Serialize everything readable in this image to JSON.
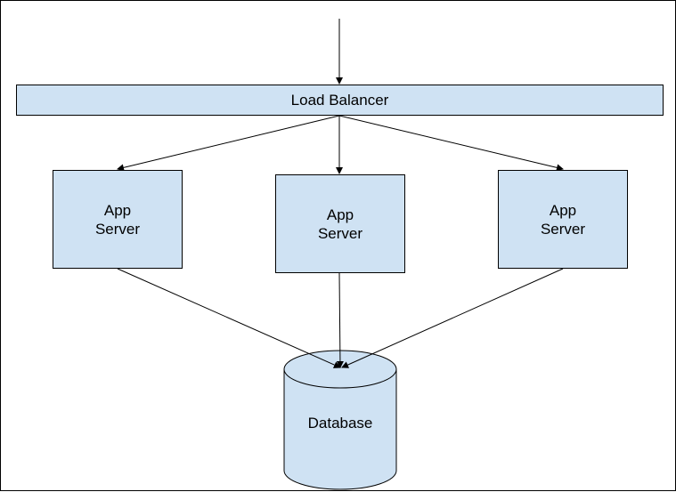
{
  "nodes": {
    "load_balancer": "Load Balancer",
    "app_servers": [
      "App\nServer",
      "App\nServer",
      "App\nServer"
    ],
    "database": "Database"
  },
  "colors": {
    "node_fill": "#cfe2f3",
    "stroke": "#000000"
  }
}
